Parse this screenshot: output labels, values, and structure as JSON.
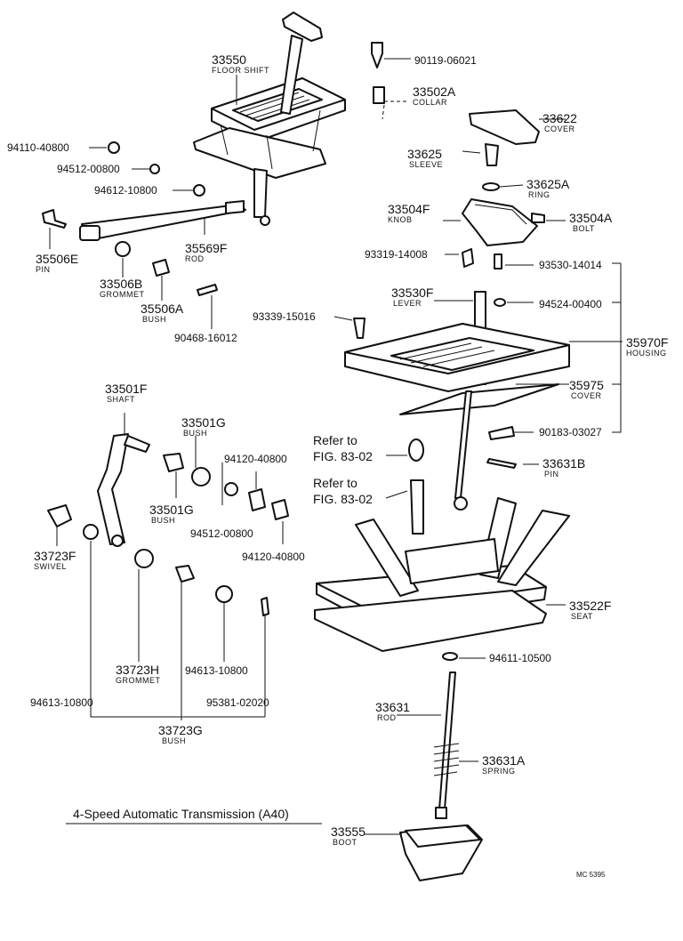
{
  "title": "4-Speed Automatic Transmission (A40)",
  "code": "MC 5395",
  "parts": [
    {
      "id": "p1",
      "number": "33550",
      "name": "FLOOR SHIFT"
    },
    {
      "id": "p2",
      "number": "90119-06021",
      "name": ""
    },
    {
      "id": "p3",
      "number": "33502A",
      "name": "COLLAR"
    },
    {
      "id": "p4",
      "number": "33622",
      "name": "COVER"
    },
    {
      "id": "p5",
      "number": "33625",
      "name": "SLEEVE"
    },
    {
      "id": "p6",
      "number": "33625A",
      "name": "RING"
    },
    {
      "id": "p7",
      "number": "94110-40800",
      "name": ""
    },
    {
      "id": "p8",
      "number": "94512-00800",
      "name": ""
    },
    {
      "id": "p9",
      "number": "94612-10800",
      "name": ""
    },
    {
      "id": "p10",
      "number": "33504F",
      "name": "KNOB"
    },
    {
      "id": "p11",
      "number": "33504A",
      "name": "BOLT"
    },
    {
      "id": "p12",
      "number": "35506E",
      "name": "PIN"
    },
    {
      "id": "p13",
      "number": "35569F",
      "name": "ROD"
    },
    {
      "id": "p14",
      "number": "93319-14008",
      "name": ""
    },
    {
      "id": "p15",
      "number": "93530-14014",
      "name": ""
    },
    {
      "id": "p16",
      "number": "33506B",
      "name": "GROMMET"
    },
    {
      "id": "p17",
      "number": "35506A",
      "name": "BUSH"
    },
    {
      "id": "p18",
      "number": "90468-16012",
      "name": ""
    },
    {
      "id": "p19",
      "number": "33530F",
      "name": "LEVER"
    },
    {
      "id": "p20",
      "number": "94524-00400",
      "name": ""
    },
    {
      "id": "p21",
      "number": "93339-15016",
      "name": ""
    },
    {
      "id": "p22",
      "number": "35970F",
      "name": "HOUSING"
    },
    {
      "id": "p23",
      "number": "35975",
      "name": "COVER"
    },
    {
      "id": "p24",
      "number": "33501F",
      "name": "SHAFT"
    },
    {
      "id": "p25",
      "number": "33501G",
      "name": "BUSH"
    },
    {
      "id": "p26",
      "number": "90183-03027",
      "name": ""
    },
    {
      "id": "p27",
      "number": "94120-40800",
      "name": ""
    },
    {
      "id": "p28",
      "number": "33631B",
      "name": "PIN"
    },
    {
      "id": "p29",
      "number": "33501G",
      "name": "BUSH"
    },
    {
      "id": "p30",
      "number": "94512-00800",
      "name": ""
    },
    {
      "id": "p31",
      "number": "94120-40800",
      "name": ""
    },
    {
      "id": "p32",
      "number": "33723F",
      "name": "SWIVEL"
    },
    {
      "id": "p33",
      "number": "33522F",
      "name": "SEAT"
    },
    {
      "id": "p34",
      "number": "94611-10500",
      "name": ""
    },
    {
      "id": "p35",
      "number": "33723H",
      "name": "GROMMET"
    },
    {
      "id": "p36",
      "number": "94613-10800",
      "name": ""
    },
    {
      "id": "p37",
      "number": "94613-10800",
      "name": ""
    },
    {
      "id": "p38",
      "number": "95381-02020",
      "name": ""
    },
    {
      "id": "p39",
      "number": "33723G",
      "name": "BUSH"
    },
    {
      "id": "p40",
      "number": "33631",
      "name": "ROD"
    },
    {
      "id": "p41",
      "number": "33631A",
      "name": "SPRING"
    },
    {
      "id": "p42",
      "number": "33555",
      "name": "BOOT"
    }
  ],
  "refs": [
    {
      "line1": "Refer to",
      "line2": "FIG. 83-02"
    },
    {
      "line1": "Refer to",
      "line2": "FIG. 83-02"
    }
  ]
}
